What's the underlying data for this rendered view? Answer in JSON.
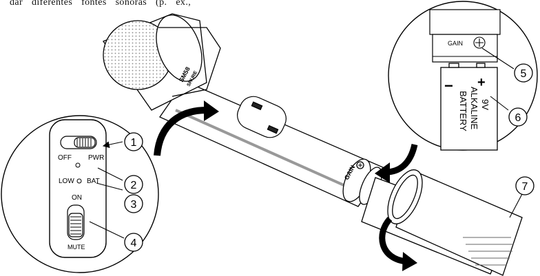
{
  "intro_text": "dar  diferentes  fontes  sonoras  (p. ex.,",
  "model_badge": [
    "SM58",
    "SHURE"
  ],
  "gain_label": "GAIN",
  "battery": {
    "minus": "−",
    "plus": "+",
    "lines": [
      "9V",
      "ALKALINE",
      "BATTERY"
    ]
  },
  "switch_panel": {
    "off": "OFF",
    "pwr": "PWR",
    "low": "LOW",
    "bat": "BAT",
    "on": "ON",
    "mute": "MUTE"
  },
  "callouts": [
    "1",
    "2",
    "3",
    "4",
    "5",
    "6",
    "7"
  ]
}
